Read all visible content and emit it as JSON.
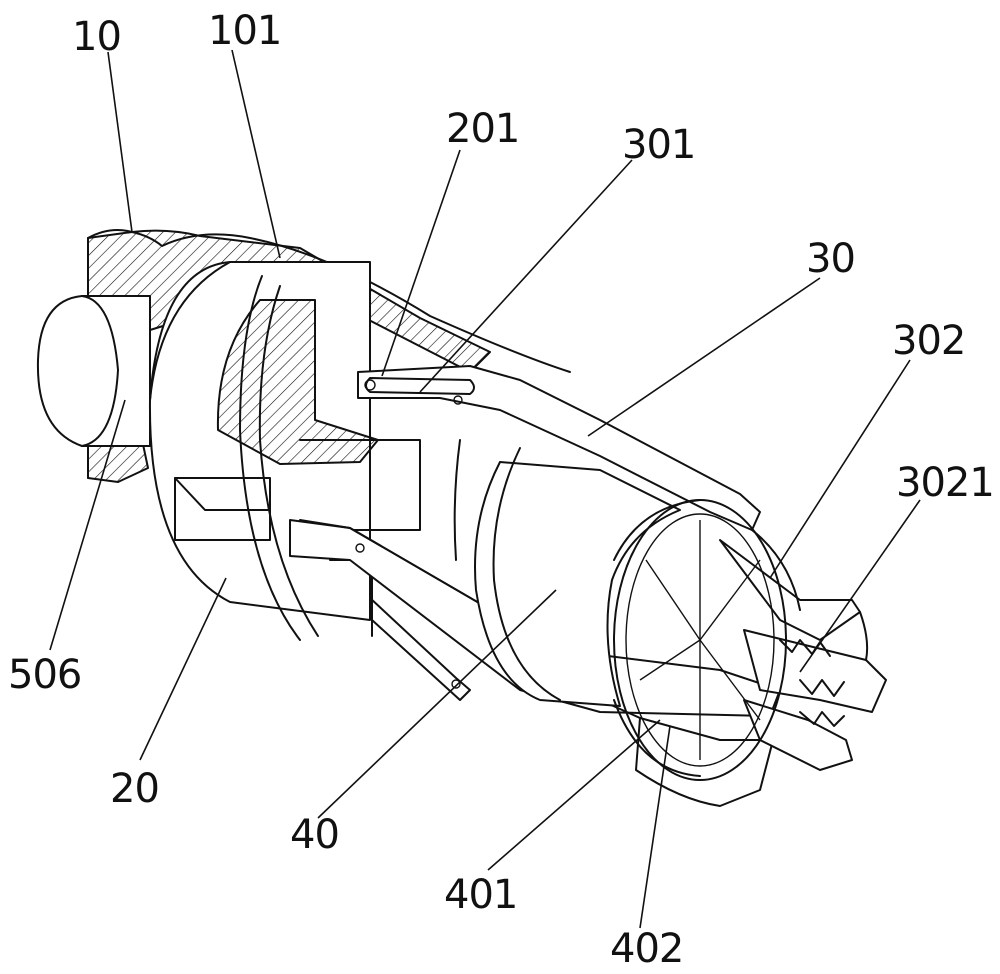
{
  "labels": {
    "l10": "10",
    "l101": "101",
    "l201": "201",
    "l301": "301",
    "l30": "30",
    "l302": "302",
    "l3021": "3021",
    "l506": "506",
    "l20": "20",
    "l40": "40",
    "l401": "401",
    "l402": "402"
  },
  "colors": {
    "ink": "#111111",
    "paper": "#ffffff"
  }
}
